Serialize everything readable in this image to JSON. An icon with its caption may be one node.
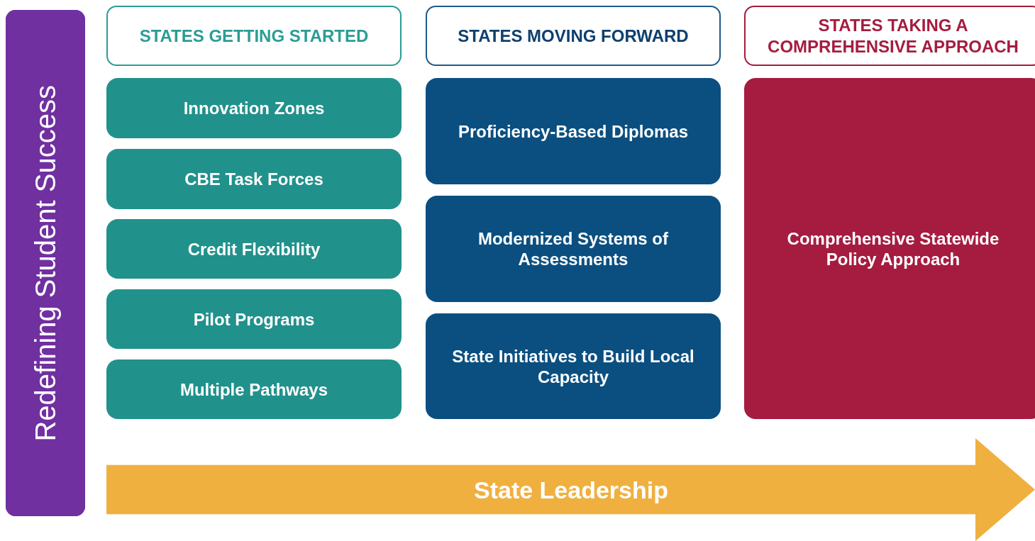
{
  "diagram": {
    "nodes": [
      {
        "text": [
          "Redefining Student Success"
        ]
      },
      {
        "text": [
          "STATES GETTING STARTED"
        ]
      },
      {
        "text": [
          "Innovation Zones"
        ]
      },
      {
        "text": [
          "CBE Task Forces"
        ]
      },
      {
        "text": [
          "Credit Flexibility"
        ]
      },
      {
        "text": [
          "Pilot Programs"
        ]
      },
      {
        "text": [
          "Multiple Pathways"
        ]
      },
      {
        "text": [
          "STATES MOVING FORWARD"
        ]
      },
      {
        "text": [
          "Proficiency-Based Diplomas"
        ]
      },
      {
        "text": [
          "Modernized Systems of Assessments"
        ]
      },
      {
        "text": [
          "State Initiatives to Build Local Capacity"
        ]
      },
      {
        "text": [
          "STATES TAKING A COMPREHENSIVE APPROACH"
        ]
      },
      {
        "text": [
          "Comprehensive Statewide Policy Approach"
        ]
      },
      {
        "text": [
          "State Leadership"
        ]
      }
    ],
    "edges": []
  }
}
